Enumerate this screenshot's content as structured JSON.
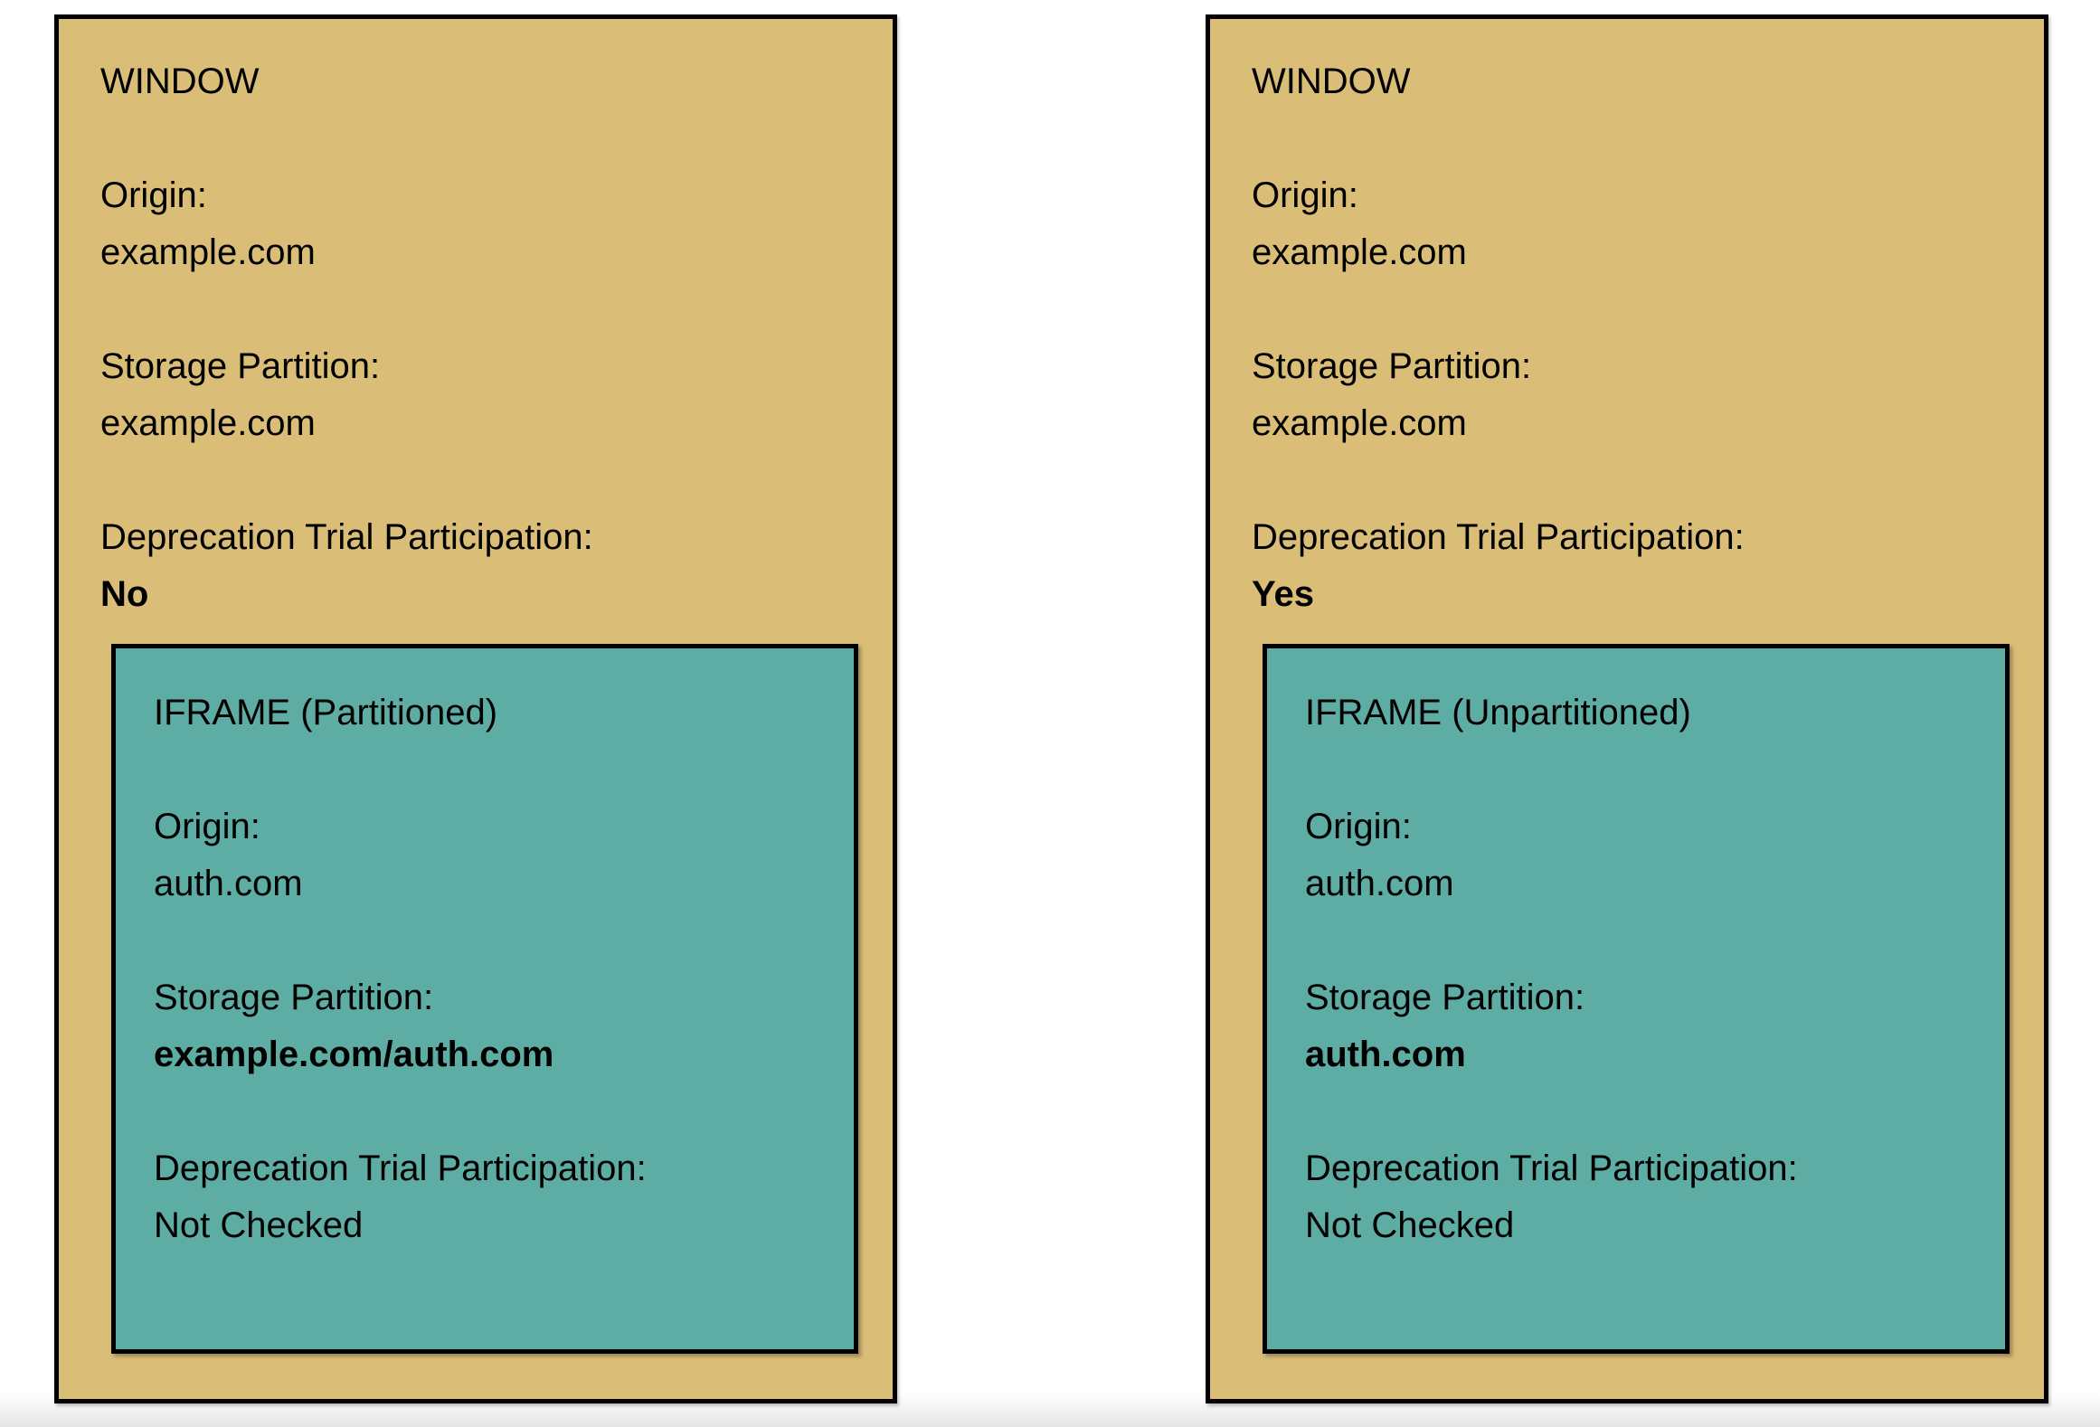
{
  "page": {
    "background_color": "#ffffff",
    "bottom_shade_color": "#ebebeb"
  },
  "colors": {
    "window_background": "#dabd76",
    "iframe_background": "#5dada4",
    "border": "#000000",
    "text": "#000000"
  },
  "windows": [
    {
      "title": "WINDOW",
      "origin_label": "Origin:",
      "origin_value": "example.com",
      "storage_label": "Storage Partition:",
      "storage_value": "example.com",
      "trial_label": "Deprecation Trial Participation:",
      "trial_value": "No",
      "iframe": {
        "title": "IFRAME (Partitioned)",
        "origin_label": "Origin:",
        "origin_value": "auth.com",
        "storage_label": "Storage Partition:",
        "storage_value": "example.com/auth.com",
        "trial_label": "Deprecation Trial Participation:",
        "trial_value": "Not Checked"
      }
    },
    {
      "title": "WINDOW",
      "origin_label": "Origin:",
      "origin_value": "example.com",
      "storage_label": "Storage Partition:",
      "storage_value": "example.com",
      "trial_label": "Deprecation Trial Participation:",
      "trial_value": "Yes",
      "iframe": {
        "title": "IFRAME (Unpartitioned)",
        "origin_label": "Origin:",
        "origin_value": "auth.com",
        "storage_label": "Storage Partition:",
        "storage_value": "auth.com",
        "trial_label": "Deprecation Trial Participation:",
        "trial_value": "Not Checked"
      }
    }
  ]
}
